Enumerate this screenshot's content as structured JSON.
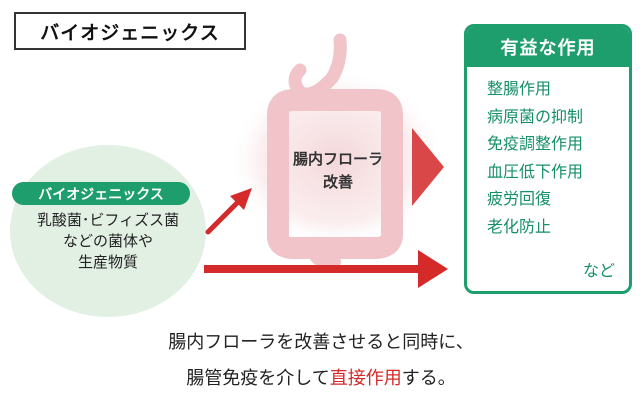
{
  "title_box": {
    "label": "バイオジェニックス"
  },
  "source_circle": {
    "badge": "バイオジェニックス",
    "lines": [
      "乳酸菌･ビフィズス菌",
      "などの菌体や",
      "生産物質"
    ]
  },
  "gut": {
    "lines": [
      "腸内フローラ",
      "改善"
    ]
  },
  "benefits": {
    "header": "有益な作用",
    "items": [
      "整腸作用",
      "病原菌の抑制",
      "免疫調整作用",
      "血圧低下作用",
      "疲労回復",
      "老化防止"
    ],
    "etc": "など"
  },
  "caption": {
    "line1": "腸内フローラを改善させると同時に、",
    "line2_before": "腸管免疫を介して",
    "line2_highlight": "直接作用",
    "line2_after": "する。"
  },
  "colors": {
    "accent_green": "#1d9e6c",
    "benefit_text_green": "#159066",
    "arrow_red": "#d42a2a",
    "gut_pink": "#f0c4c8",
    "circle_fill": "#e2f0e4"
  },
  "icons": [
    "stomach-intestine-illustration",
    "diagonal-arrow-icon",
    "horizontal-arrow-icon",
    "triangle-arrow-icon"
  ]
}
